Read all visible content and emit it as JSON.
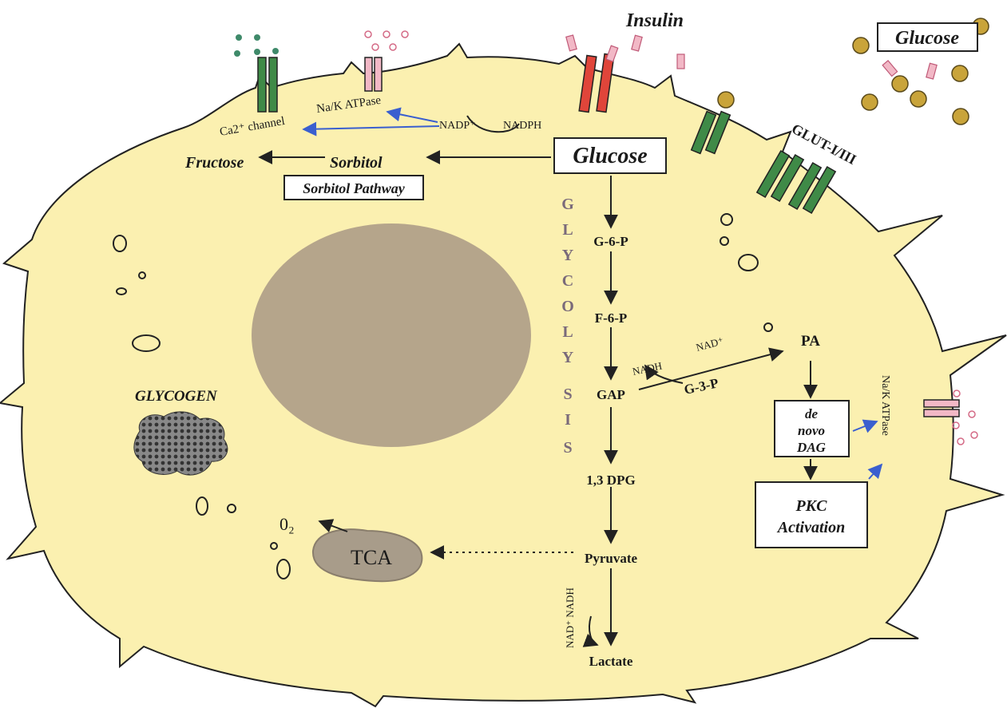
{
  "labels": {
    "insulin": "Insulin",
    "glucose_outside": "Glucose",
    "glucose_inside": "Glucose",
    "glut": "GLUT-I/III",
    "ca_channel": "Ca2⁺ channel",
    "na_k_atpase_top": "Na/K ATPase",
    "nadp_plus": "NADP⁺",
    "nadph": "NADPH",
    "fructose": "Fructose",
    "sorbitol": "Sorbitol",
    "sorbitol_pathway": "Sorbitol Pathway",
    "glycolysis_letters": [
      "G",
      "L",
      "Y",
      "C",
      "O",
      "L",
      "Y",
      "S",
      "I",
      "S"
    ],
    "g6p": "G-6-P",
    "f6p": "F-6-P",
    "gap": "GAP",
    "dpg": "1,3 DPG",
    "pyruvate": "Pyruvate",
    "lactate": "Lactate",
    "nadh_gap": "NADH",
    "nad_gap": "NAD⁺",
    "g3p": "G-3-P",
    "pa": "PA",
    "de_novo_dag_1": "de",
    "de_novo_dag_2": "novo",
    "de_novo_dag_3": "DAG",
    "pkc_1": "PKC",
    "pkc_2": "Activation",
    "na_k_atpase_right": "Na/K ATPase",
    "glycogen": "GLYCOGEN",
    "tca": "TCA",
    "o2": "0₂",
    "nad_lactate": "NAD⁺ NADH"
  },
  "colors": {
    "cytoplasm": "#fbf0b0",
    "nucleus": "#b5a58b",
    "ca_channel": "#3f8a47",
    "glut": "#3f8a47",
    "na_k_pump": "#f2b8c6",
    "insulin_receptor": "#e0453a",
    "glucose_molecule": "#c9a43a",
    "arrow_blue": "#3a5fcf",
    "glycolysis_letter": "#7a6a7a"
  }
}
